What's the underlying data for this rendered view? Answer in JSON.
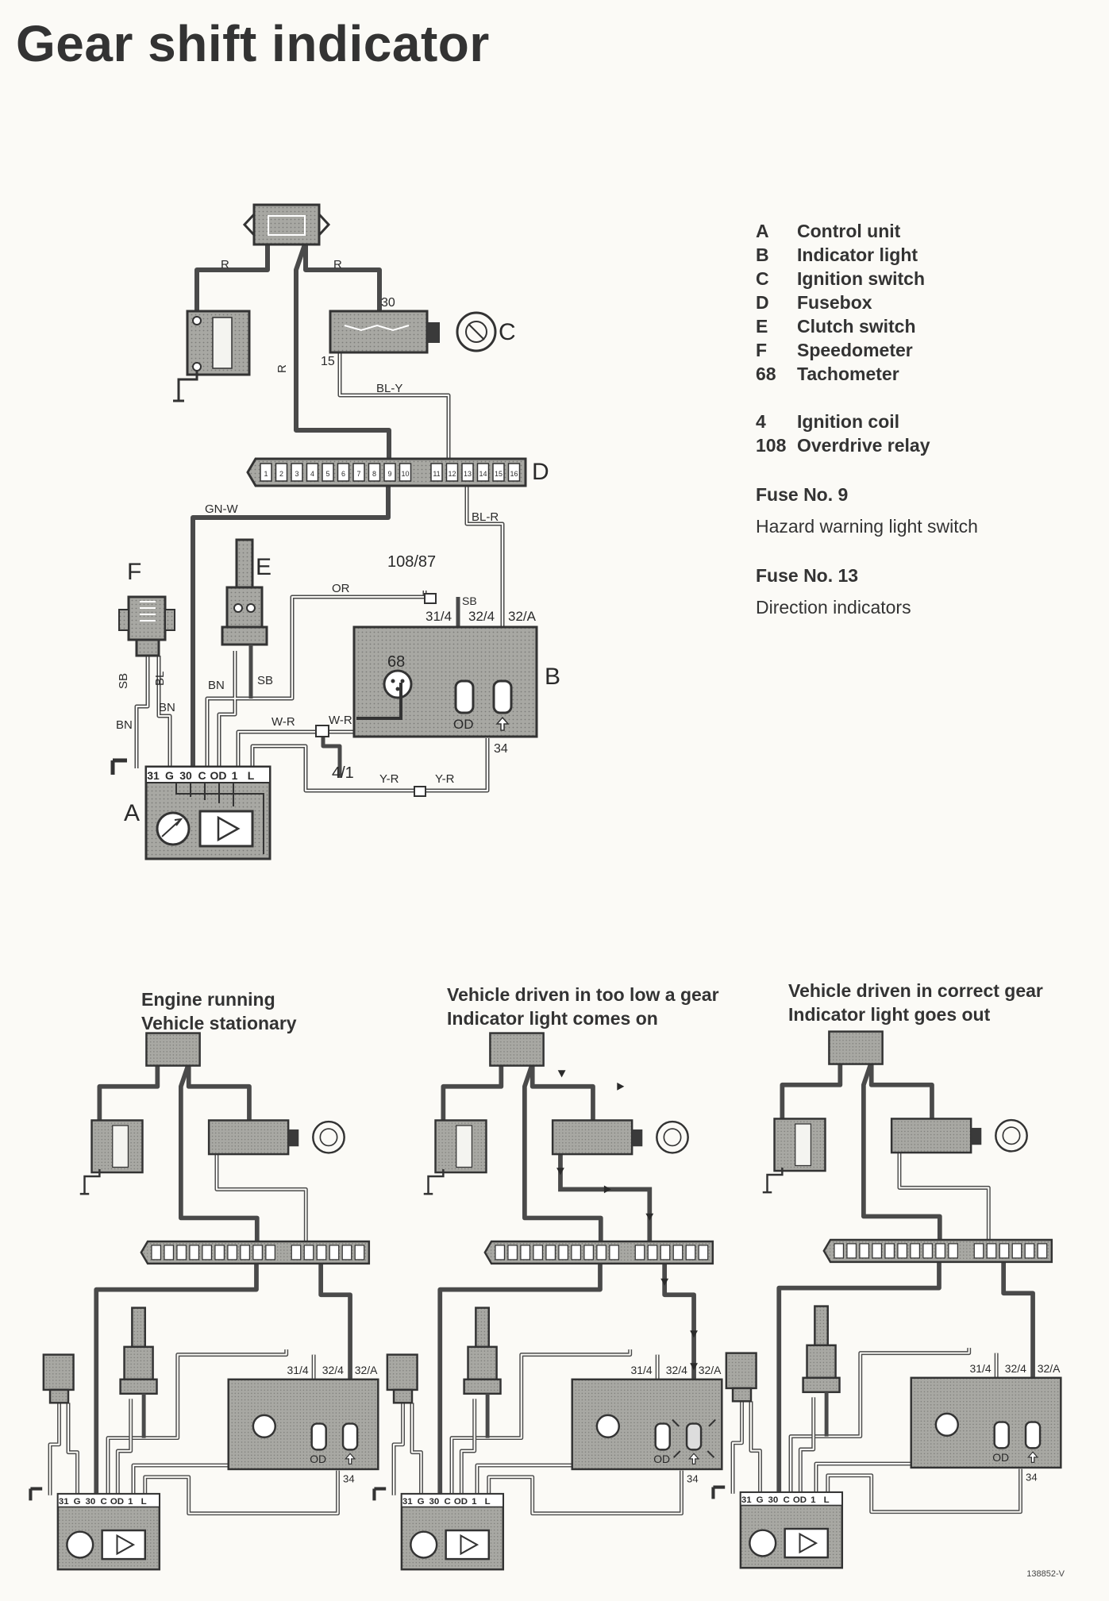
{
  "title": "Gear shift indicator",
  "legend": {
    "components": [
      {
        "key": "A",
        "name": "Control unit"
      },
      {
        "key": "B",
        "name": "Indicator light"
      },
      {
        "key": "C",
        "name": "Ignition switch"
      },
      {
        "key": "D",
        "name": "Fusebox"
      },
      {
        "key": "E",
        "name": "Clutch switch"
      },
      {
        "key": "F",
        "name": "Speedometer"
      },
      {
        "key": "68",
        "name": "Tachometer"
      }
    ],
    "other": [
      {
        "key": "4",
        "name": "Ignition coil"
      },
      {
        "key": "108",
        "name": "Overdrive relay"
      }
    ],
    "fuses": [
      {
        "label": "Fuse No. 9",
        "desc": "Hazard warning light switch"
      },
      {
        "label": "Fuse No. 13",
        "desc": "Direction indicators"
      }
    ]
  },
  "main_diagram": {
    "component_labels": {
      "A": "A",
      "B": "B",
      "C": "C",
      "D": "D",
      "E": "E",
      "F": "F"
    },
    "wire_labels": {
      "r1": "R",
      "r2": "R",
      "r3": "R",
      "bl_y": "BL-Y",
      "gn_w": "GN-W",
      "bl_r": "BL-R",
      "or": "OR",
      "sb_f": "SB",
      "bl_f": "BL",
      "bn_f": "BN",
      "bn_f2": "BN",
      "bn_e": "BN",
      "sb_e": "SB",
      "w_r1": "W-R",
      "w_r2": "W-R",
      "y_r1": "Y-R",
      "y_r2": "Y-R"
    },
    "terminal_labels": {
      "t30": "30",
      "t15": "15",
      "relay": "108/87",
      "sb_b": "SB",
      "b31_4": "31/4",
      "b32_4": "32/4",
      "b32_a": "32/A",
      "tacho": "68",
      "od": "OD",
      "t34": "34",
      "coil": "4/1"
    },
    "control_unit_terminals": [
      "31",
      "G",
      "30",
      "C",
      "OD",
      "1",
      "L"
    ],
    "fuse_numbers": [
      "1",
      "2",
      "3",
      "4",
      "5",
      "6",
      "7",
      "8",
      "9",
      "10",
      "11",
      "12",
      "13",
      "14",
      "15",
      "16"
    ]
  },
  "states": [
    {
      "line1": "Engine running",
      "line2": "Vehicle stationary"
    },
    {
      "line1": "Vehicle driven in too low a gear",
      "line2": "Indicator light comes on"
    },
    {
      "line1": "Vehicle driven in correct gear",
      "line2": "Indicator light goes out"
    }
  ],
  "small_labels": {
    "b31_4": "31/4",
    "b32_4": "32/4",
    "b32_a": "32/A",
    "od": "OD",
    "t34": "34"
  },
  "reference": "138852-V",
  "colors": {
    "ink": "#2a2a2a",
    "wire_dark": "#4a4a4a",
    "component_fill": "#9a9a96",
    "paper": "#fbfaf6"
  }
}
